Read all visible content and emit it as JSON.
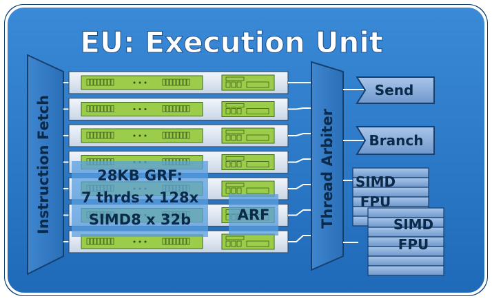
{
  "title": "EU: Execution Unit",
  "instruction_fetch_label": "Instruction Fetch",
  "thread_arbiter_label": "Thread Arbiter",
  "grf_label_lines": [
    "28KB GRF:",
    "7 thrds x 128x",
    "SIMD8 x 32b"
  ],
  "arf_label": "ARF",
  "outputs": {
    "send": "Send",
    "branch": "Branch"
  },
  "simd_fpu_units": [
    {
      "line1": "SIMD",
      "line2": "FPU"
    },
    {
      "line1": "SIMD",
      "line2": "FPU"
    }
  ],
  "thread_row_count": 7,
  "colors": {
    "panel": "#2f7fd0",
    "panel_dark": "#1b4f8a",
    "panel_border": "#ffffff",
    "thread_row": "#dde7f2",
    "register_green": "#9bcc4a",
    "grf_overlay": "#4f95d8",
    "output_box": "#8db0dc",
    "label_dark": "#0b2a4a"
  }
}
